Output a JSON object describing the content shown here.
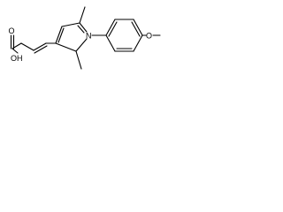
{
  "molecule": {
    "labels": {
      "carboxyl_oh": "OH",
      "carbonyl_o": "O",
      "pyrrole_n": "N",
      "ether_o": "O"
    },
    "colors": {
      "bond": "#000000",
      "text": "#000000",
      "background": "#ffffff"
    }
  }
}
